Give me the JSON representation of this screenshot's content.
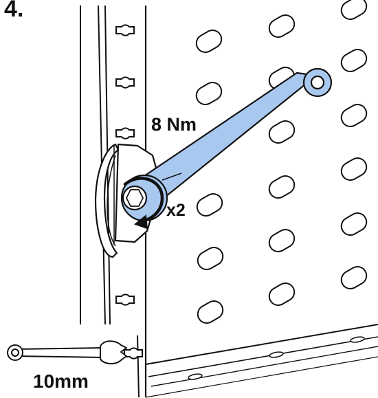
{
  "step": {
    "number": "4."
  },
  "annotations": {
    "torque": "8 Nm",
    "repeat": "x2",
    "wrench_size": "10mm"
  },
  "icons": {
    "wrench": "combination-wrench-icon",
    "rotation": "clockwise-arrow-icon",
    "bracket": "d-ring-bracket-icon"
  },
  "colors": {
    "wrench_fill": "#a9c8f0",
    "line": "#111111",
    "background": "#ffffff"
  }
}
